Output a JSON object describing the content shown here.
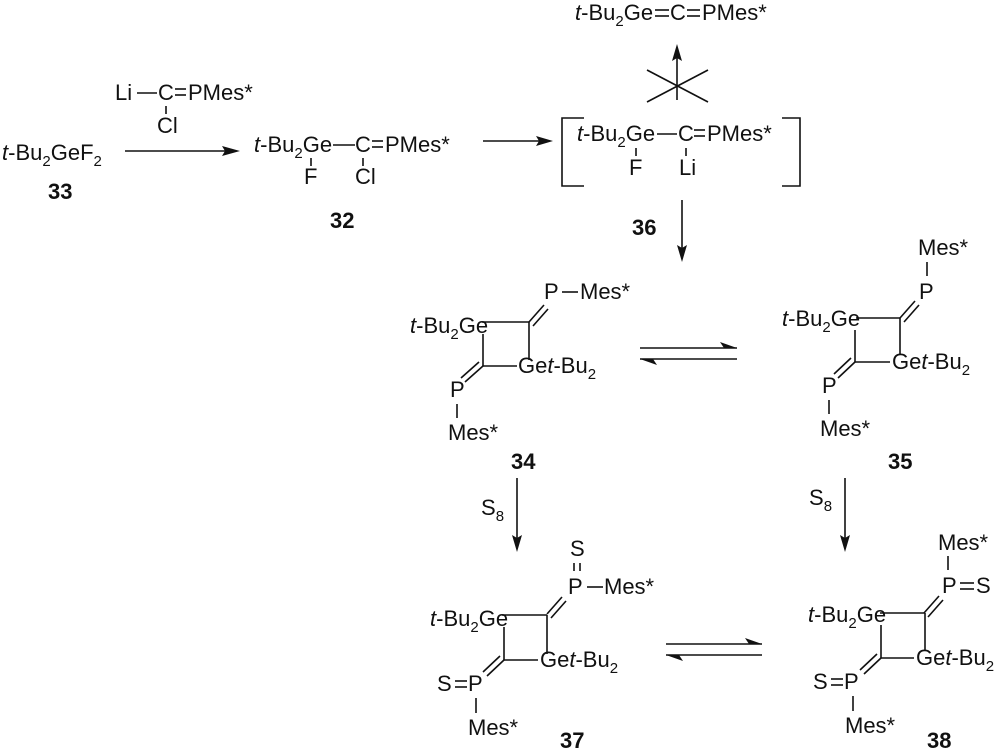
{
  "scheme": {
    "compounds": {
      "c33": {
        "number": "33",
        "pre": "t",
        "formula_a": "-Bu",
        "sub_a": "2",
        "formula_b": "GeF",
        "sub_b": "2"
      },
      "reagent": {
        "li": "Li",
        "c": "C",
        "p": "PMes*",
        "cl": "Cl"
      },
      "c32": {
        "number": "32",
        "tbu": "t",
        "bu": "-Bu",
        "two": "2",
        "ge": "Ge",
        "c": "C",
        "p": "PMes*",
        "f": "F",
        "cl": "Cl"
      },
      "c36": {
        "number": "36",
        "tbu": "t",
        "bu": "-Bu",
        "two": "2",
        "ge": "Ge",
        "c": "C",
        "p": "PMes*",
        "f": "F",
        "li": "Li"
      },
      "blocked_product": {
        "tbu": "t",
        "bu": "-Bu",
        "two": "2",
        "ge": "Ge",
        "c": "C",
        "p": "PMes*"
      },
      "c34": {
        "number": "34",
        "tbu": "t",
        "bu": "-Bu",
        "two": "2",
        "ge": "Ge",
        "ge2": "Ge",
        "tbu2": "t",
        "bu2": "-Bu",
        "two2": "2",
        "p_top": "P",
        "mes_top": "Mes*",
        "p_bot": "P",
        "mes_bot": "Mes*"
      },
      "c35": {
        "number": "35",
        "tbu": "t",
        "bu": "-Bu",
        "two": "2",
        "ge": "Ge",
        "ge2": "Ge",
        "tbu2": "t",
        "bu2": "-Bu",
        "two2": "2",
        "p_top": "P",
        "mes_top": "Mes*",
        "p_bot": "P",
        "mes_bot": "Mes*"
      },
      "c37": {
        "number": "37",
        "tbu": "t",
        "bu": "-Bu",
        "two": "2",
        "ge": "Ge",
        "ge2": "Ge",
        "tbu2": "t",
        "bu2": "-Bu",
        "two2": "2",
        "s_top": "S",
        "p_top": "P",
        "mes_top": "Mes*",
        "s_bot": "S",
        "p_bot": "P",
        "mes_bot": "Mes*"
      },
      "c38": {
        "number": "38",
        "tbu": "t",
        "bu": "-Bu",
        "two": "2",
        "ge": "Ge",
        "ge2": "Ge",
        "tbu2": "t",
        "bu2": "-Bu",
        "two2": "2",
        "s_top": "S",
        "p_top": "P",
        "mes_top": "Mes*",
        "s_bot": "S",
        "p_bot": "P",
        "mes_bot": "Mes*"
      }
    },
    "reagents": {
      "s8_left": {
        "s": "S",
        "sub": "8"
      },
      "s8_right": {
        "s": "S",
        "sub": "8"
      }
    }
  }
}
